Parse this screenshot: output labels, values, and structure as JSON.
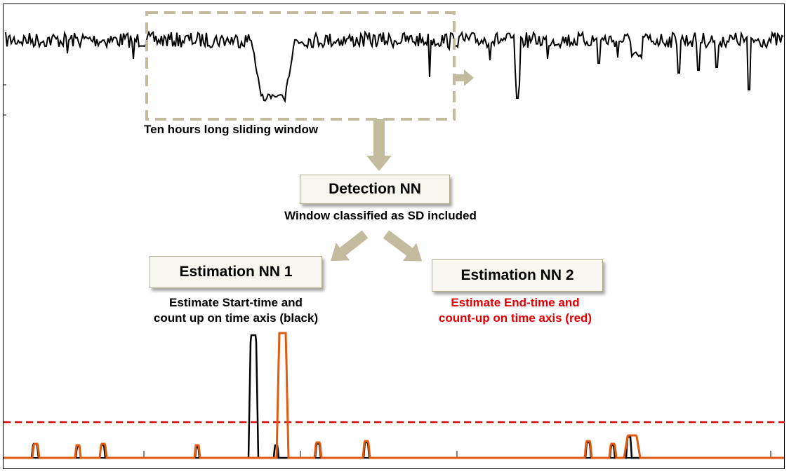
{
  "window_label": "Ten hours long sliding window",
  "detection": {
    "title": "Detection NN",
    "caption": "Window classified as SD included"
  },
  "estimation1": {
    "title": "Estimation NN 1",
    "caption_lines": [
      "Estimate Start-time and",
      "count up on time axis (black)"
    ]
  },
  "estimation2": {
    "title": "Estimation NN 2",
    "caption_lines": [
      "Estimate End-time and",
      "count-up on time axis (red)"
    ]
  },
  "colors": {
    "signal": "#000000",
    "window_border": "#c2bb9e",
    "arrow": "#c2bb9e",
    "start_count": "#000000",
    "end_count": "#e05a10",
    "threshold": "#e00000"
  }
}
